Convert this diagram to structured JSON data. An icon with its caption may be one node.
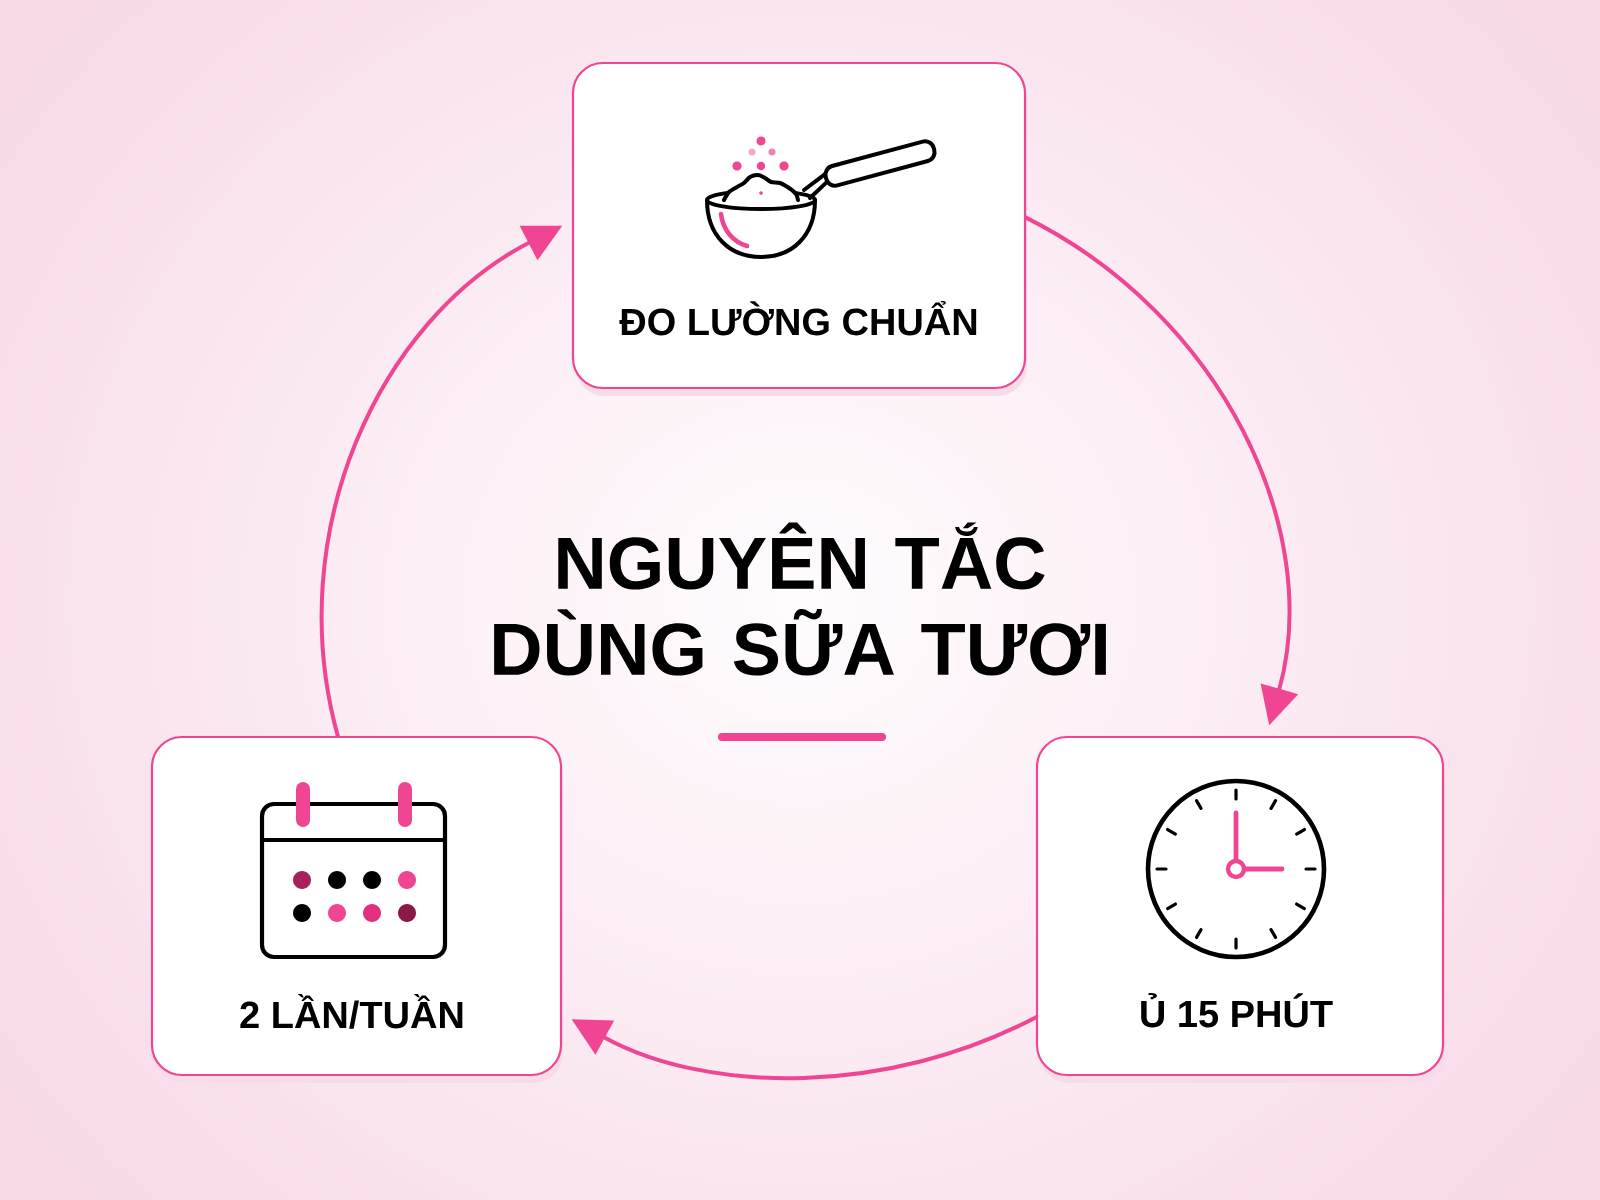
{
  "diagram": {
    "title": "NGUYÊN TẮC DÙNG SỮA TƯƠI",
    "nodes": [
      {
        "text": [
          "ĐO LƯỜNG CHUẨN"
        ]
      },
      {
        "text": [
          "Ủ 15 PHÚT"
        ]
      },
      {
        "text": [
          "2 LẦN/TUẦN"
        ]
      }
    ],
    "edges": [
      {
        "from": 0,
        "to": 1,
        "arrow": "to"
      },
      {
        "from": 1,
        "to": 2,
        "arrow": "to"
      },
      {
        "from": 2,
        "to": 0,
        "arrow": "to"
      }
    ]
  }
}
